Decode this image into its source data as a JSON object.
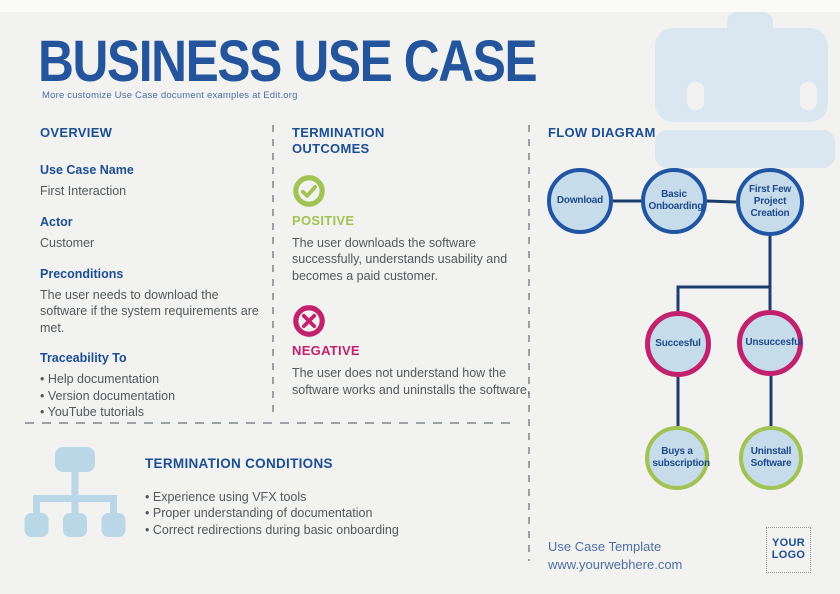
{
  "page": {
    "title": "BUSINESS USE CASE",
    "subtitle": "More customize Use Case document examples at Edit.org"
  },
  "overview": {
    "heading": "OVERVIEW",
    "fields": [
      {
        "label": "Use Case Name",
        "value": "First Interaction"
      },
      {
        "label": "Actor",
        "value": "Customer"
      },
      {
        "label": "Preconditions",
        "value": "The user needs to download the software if the system requirements are met."
      }
    ],
    "traceability": {
      "label": "Traceability To",
      "items": [
        "Help documentation",
        "Version documentation",
        "YouTube tutorials"
      ]
    }
  },
  "termination_outcomes": {
    "heading": "TERMINATION OUTCOMES",
    "positive": {
      "label": "POSITIVE",
      "text": "The user downloads the software successfully, understands usability and becomes a paid customer."
    },
    "negative": {
      "label": "NEGATIVE",
      "text": "The user does not understand how the software works and uninstalls the software."
    }
  },
  "flow_diagram": {
    "heading": "FLOW DIAGRAM",
    "nodes": [
      {
        "id": "download",
        "label": "Download",
        "style": "navy"
      },
      {
        "id": "basic-onboarding",
        "label": "Basic Onboarding",
        "style": "navy"
      },
      {
        "id": "first-few-project-creation",
        "label": "First Few Project Creation",
        "style": "navy"
      },
      {
        "id": "successful",
        "label": "Succesful",
        "style": "magenta"
      },
      {
        "id": "unsuccessful",
        "label": "Unsuccesful",
        "style": "magenta"
      },
      {
        "id": "buys-a-subscription",
        "label": "Buys a subscription",
        "style": "green"
      },
      {
        "id": "uninstall-software",
        "label": "Uninstall Software",
        "style": "green"
      }
    ]
  },
  "termination_conditions": {
    "heading": "TERMINATION CONDITIONS",
    "items": [
      "Experience using VFX tools",
      "Proper understanding of documentation",
      "Correct redirections during basic onboarding"
    ]
  },
  "footer": {
    "line1": "Use Case Template",
    "line2": "www.yourwebhere.com",
    "logo_line1": "YOUR",
    "logo_line2": "LOGO"
  },
  "colors": {
    "title_blue": "#24549b",
    "heading_navy": "#1c4e93",
    "subtitle_blue": "#4e6fa3",
    "body_gray": "#54585c",
    "positive_green": "#a1c353",
    "negative_magenta": "#c2216d",
    "node_fill": "#c6dcea",
    "node_stroke_navy": "#2055a4",
    "node_text": "#1e4a8c",
    "connector_navy": "#1d3c6e",
    "decoration_blue": "#dbe7f0",
    "icon_blue": "#b9d7e7"
  }
}
